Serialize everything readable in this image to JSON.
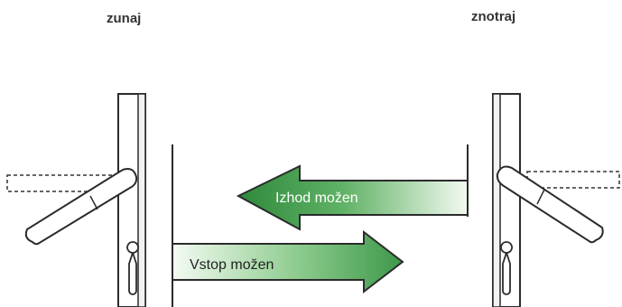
{
  "labels": {
    "outside": "zunaj",
    "inside": "znotraj"
  },
  "arrows": {
    "exit": "Izhod možen",
    "entry": "Vstop možen"
  },
  "colors": {
    "arrow_dark": "#3f9a4a",
    "arrow_light": "#e4f3e2",
    "line": "#2b2b2b",
    "text_on_arrow": "#ffffff",
    "text_entry": "#222222"
  }
}
